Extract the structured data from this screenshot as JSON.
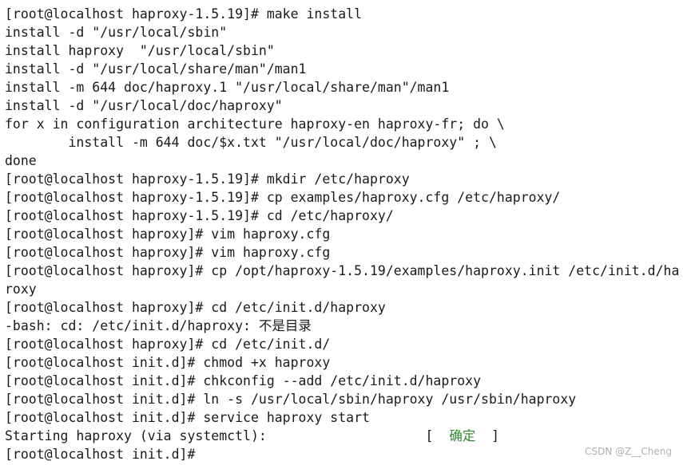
{
  "terminal": {
    "lines": [
      "[root@localhost haproxy-1.5.19]# make install",
      "install -d \"/usr/local/sbin\"",
      "install haproxy  \"/usr/local/sbin\"",
      "install -d \"/usr/local/share/man\"/man1",
      "install -m 644 doc/haproxy.1 \"/usr/local/share/man\"/man1",
      "install -d \"/usr/local/doc/haproxy\"",
      "for x in configuration architecture haproxy-en haproxy-fr; do \\",
      "        install -m 644 doc/$x.txt \"/usr/local/doc/haproxy\" ; \\",
      "done",
      "[root@localhost haproxy-1.5.19]# mkdir /etc/haproxy",
      "[root@localhost haproxy-1.5.19]# cp examples/haproxy.cfg /etc/haproxy/",
      "[root@localhost haproxy-1.5.19]# cd /etc/haproxy/",
      "[root@localhost haproxy]# vim haproxy.cfg",
      "[root@localhost haproxy]# vim haproxy.cfg",
      "[root@localhost haproxy]# cp /opt/haproxy-1.5.19/examples/haproxy.init /etc/init.d/ha",
      "roxy",
      "[root@localhost haproxy]# cd /etc/init.d/haproxy",
      "-bash: cd: /etc/init.d/haproxy: 不是目录",
      "[root@localhost haproxy]# cd /etc/init.d/",
      "[root@localhost init.d]# chmod +x haproxy",
      "[root@localhost init.d]# chkconfig --add /etc/init.d/haproxy",
      "[root@localhost init.d]# ln -s /usr/local/sbin/haproxy /usr/sbin/haproxy",
      "[root@localhost init.d]# service haproxy start"
    ],
    "start_line": {
      "prefix": "Starting haproxy (via systemctl):                    ",
      "open_bracket": "[  ",
      "ok_text": "确定",
      "close_bracket": "  ]"
    },
    "last_prompt": "[root@localhost init.d]#",
    "ok_color": "#2e8b2e"
  },
  "watermark": {
    "text": "CSDN @Z__Cheng"
  }
}
